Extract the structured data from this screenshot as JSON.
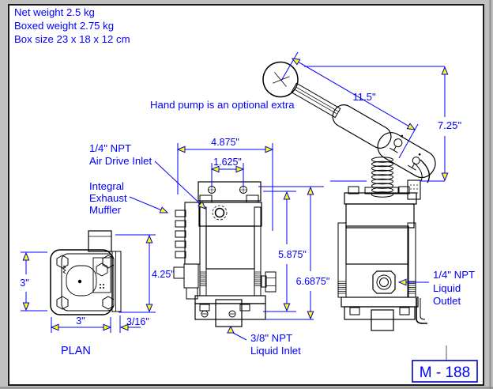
{
  "info": {
    "net_weight": "Net weight 2.5 kg",
    "boxed_weight": "Boxed weight 2.75 kg",
    "box_size": "Box size 23 x 18 x 12 cm"
  },
  "note": {
    "hand_pump": "Hand pump is an optional extra"
  },
  "labels": {
    "air_drive_inlet": {
      "l1": "1/4\" NPT",
      "l2": "Air Drive Inlet"
    },
    "muffler": {
      "l1": "Integral",
      "l2": "Exhaust",
      "l3": "Muffler"
    },
    "liquid_inlet": {
      "l1": "3/8\" NPT",
      "l2": "Liquid Inlet"
    },
    "liquid_outlet": {
      "l1": "1/4\" NPT",
      "l2": "Liquid",
      "l3": "Outlet"
    },
    "plan_view": "PLAN"
  },
  "dimensions": {
    "handle_length": "11.5\"",
    "handle_height": "7.25\"",
    "body_width": "4.875\"",
    "hole_spacing": "1.625\"",
    "body_height": "5.875\"",
    "overall_height": "6.6875\"",
    "plan_depth": "3\"",
    "plan_width": "3\"",
    "plate_thickness": "3/16\"",
    "plan_overall_height": "4.25\""
  },
  "title_block": {
    "model": "M - 188"
  },
  "colors": {
    "dimension_blue": "#0000FF",
    "body_cyan": "#00FFFF",
    "arrow_yellow": "#FFFF00",
    "dark_gray": "#8F8F8F",
    "light_gray": "#CBCBCB"
  }
}
